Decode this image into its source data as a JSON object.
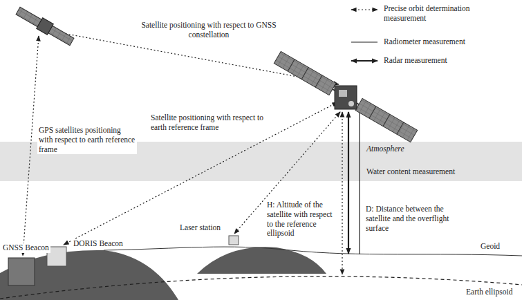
{
  "diagram": {
    "nodes": [
      {
        "text": [
          "Atmosphere",
          "Water content measurement"
        ]
      }
    ],
    "labels": [
      "Satellite positioning with respect to GNSS constellation",
      "GPS satellites positioning with respect to earth reference frame",
      "Satellite positioning with respect to earth reference frame",
      "H: Altitude of the satellite with respect to the reference ellipsoid",
      "D: Distance between the satellite and the overflight surface",
      "GNSS Beacon",
      "DORIS Beacon",
      "Laser station",
      "Geoid",
      "Earth ellipsoid"
    ],
    "legend": [
      {
        "text": "Precise orbit determination measurement"
      },
      {
        "text": "Radiometer measurement"
      },
      {
        "text": "Radar measurement"
      }
    ]
  }
}
